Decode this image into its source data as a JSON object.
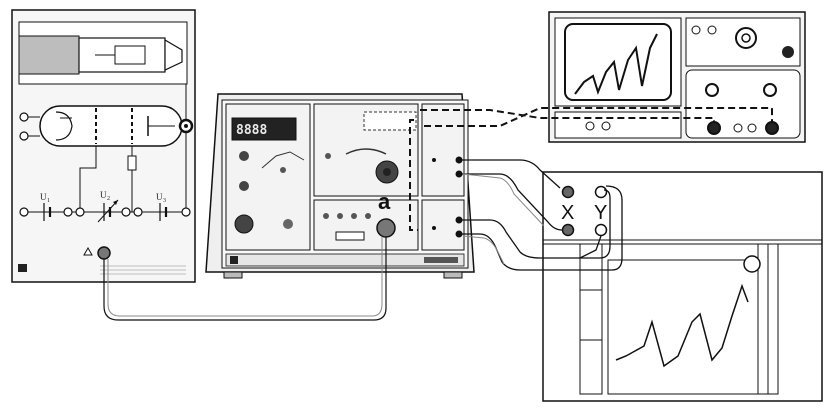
{
  "labels": {
    "a": "a",
    "x": "X",
    "y": "Y",
    "u1": "U",
    "u1_sub": "1",
    "u2": "U",
    "u2_sub": "2",
    "u3": "U",
    "u3_sub": "3",
    "display": "8888"
  },
  "colors": {
    "line": "#111111",
    "panel_fill": "#f4f4f4",
    "cable": "#555555",
    "display_bg": "#222222"
  }
}
